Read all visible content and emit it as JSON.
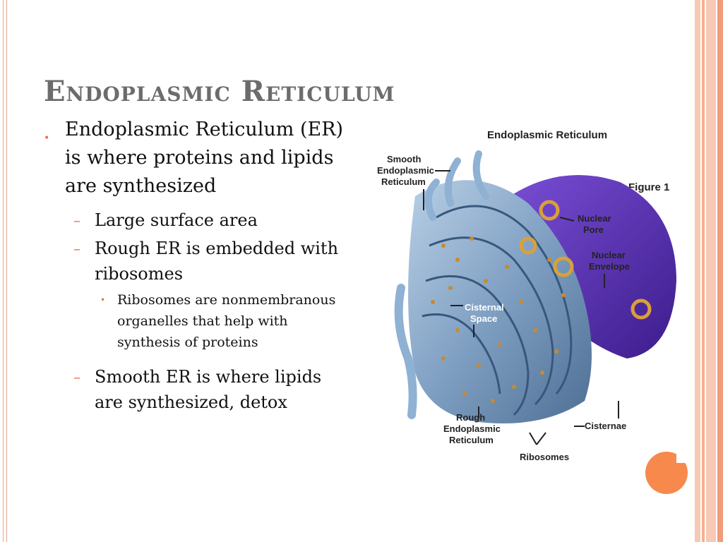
{
  "slide": {
    "title": "Endoplasmic Reticulum",
    "bullets": [
      {
        "text": "Endoplasmic Reticulum (ER) is where proteins and lipids are synthesized",
        "sub": [
          {
            "text": "Large surface area",
            "sub": []
          },
          {
            "text": "Rough ER is embedded with ribosomes",
            "sub": [
              {
                "text": "Ribosomes are nonmembranous organelles that help with synthesis of proteins"
              }
            ]
          },
          {
            "text": "Smooth ER is where lipids are synthesized, detox",
            "sub": []
          }
        ]
      }
    ]
  },
  "figure": {
    "title": "Endoplasmic Reticulum",
    "figure_label": "Figure 1",
    "labels": {
      "smooth_er": [
        "Smooth",
        "Endoplasmic",
        "Reticulum"
      ],
      "nuclear_pore": [
        "Nuclear",
        "Pore"
      ],
      "nuclear_envelope": [
        "Nuclear",
        "Envelope"
      ],
      "cisternal_space": [
        "Cisternal",
        "Space"
      ],
      "rough_er": [
        "Rough",
        "Endoplasmic",
        "Reticulum"
      ],
      "cisternae": "Cisternae",
      "ribosomes": "Ribosomes"
    }
  },
  "colors": {
    "accent": "#e06e45",
    "title": "#6c6c6c",
    "er_membrane": "#8fb1d3",
    "nucleus": "#5a2fb0",
    "ribosome": "#c98a2e"
  }
}
